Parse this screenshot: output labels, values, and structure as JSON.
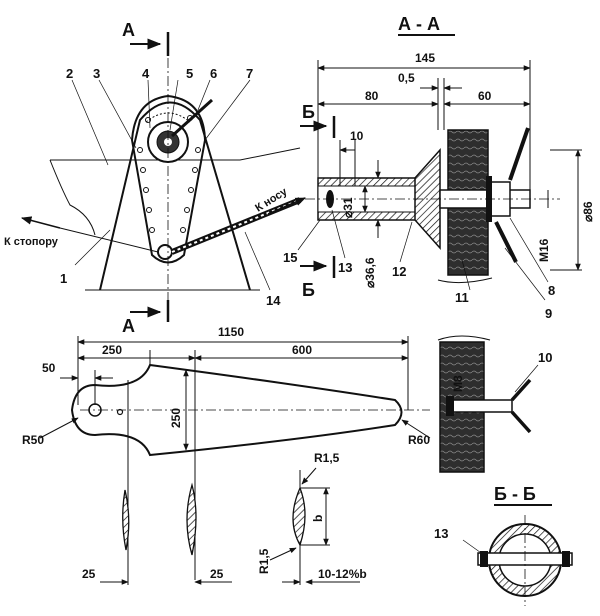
{
  "labels": {
    "section_aa": "А - А",
    "section_bb": "Б - Б",
    "cut_a_top": "А",
    "cut_a_bottom": "А",
    "cut_b_top": "Б",
    "cut_b_bottom": "Б",
    "k_stoporu": "К стопору",
    "k_nosu": "К носу"
  },
  "callouts": {
    "c1": "1",
    "c2": "2",
    "c3": "3",
    "c4": "4",
    "c5": "5",
    "c6": "6",
    "c7": "7",
    "c8": "8",
    "c9": "9",
    "c10": "10",
    "c11": "11",
    "c12": "12",
    "c13": "13",
    "c14": "14",
    "c15": "15",
    "c13b": "13"
  },
  "dimensions": {
    "d145": "145",
    "d0_5": "0,5",
    "d80": "80",
    "d60": "60",
    "d10": "10",
    "d31": "⌀31",
    "d36_6": "⌀36,6",
    "d86": "⌀86",
    "m16": "М16",
    "m8": "М8",
    "d1150": "1150",
    "d250": "250",
    "d600": "600",
    "d50": "50",
    "d250v": "250",
    "r50": "R50",
    "r60": "R60",
    "r1_5a": "R1,5",
    "r1_5b": "R1,5",
    "b": "b",
    "d25a": "25",
    "d25b": "25",
    "d10_12b": "10-12%b"
  }
}
